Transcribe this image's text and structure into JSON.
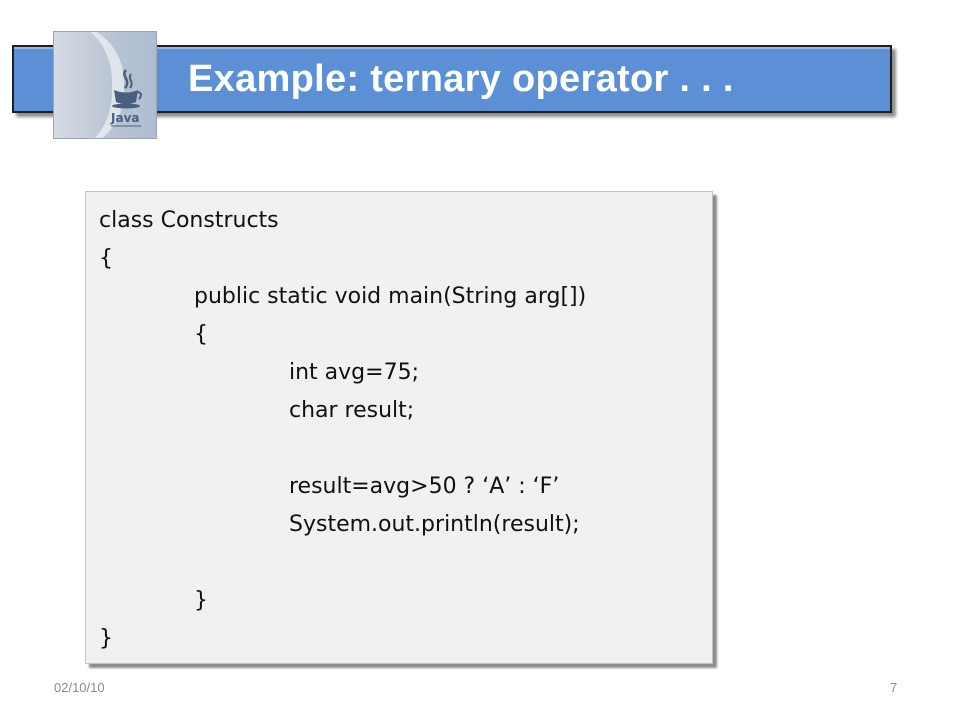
{
  "slide": {
    "title": "Example: ternary operator  . . .",
    "logo_icon": "java-logo-icon",
    "logo_text": "Java",
    "footer_date": "02/10/10",
    "page_number": "7",
    "accent_color": "#5b8fd6"
  },
  "code": {
    "lines": [
      "class Constructs",
      "{",
      "public static void main(String arg[])",
      "{",
      "int avg=75;",
      "char result;",
      "result=avg>50 ? ‘A’ : ‘F’",
      "System.out.println(result);",
      "}",
      "}"
    ]
  }
}
